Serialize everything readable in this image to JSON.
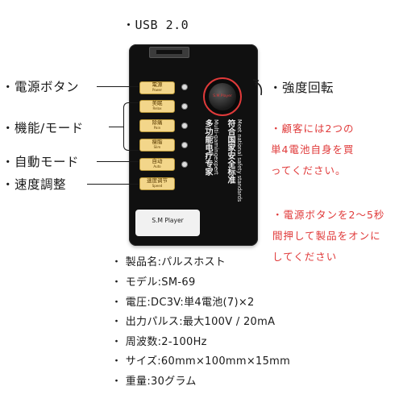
{
  "usb_label": "・USB 2.0",
  "left_labels": {
    "power": "・電源ボタン",
    "function_mode": "・機能/モード",
    "auto_mode": "・自動モード",
    "speed_adjust": "・速度調整"
  },
  "right_label": "・強度回転",
  "notes": {
    "battery": [
      "・顧客には2つの",
      "単4電池自身を買",
      "ってください。"
    ],
    "power_on": [
      "・電源ボタンを2〜5秒",
      "間押して製品をオンに",
      "してください"
    ]
  },
  "device": {
    "buttons": [
      {
        "label": "電源",
        "sub": "Power"
      },
      {
        "label": "美眠",
        "sub": "Relax"
      },
      {
        "label": "除痛",
        "sub": "Pain"
      },
      {
        "label": "瘦脂",
        "sub": "Slim"
      },
      {
        "label": "自动",
        "sub": "Auto"
      },
      {
        "label": "速度调节",
        "sub": "Speed"
      }
    ],
    "knob_text": "S.M.Player",
    "vertical_text_1": "多功能电疗专家",
    "vertical_text_2": "Multi-gamingexpert",
    "vertical_text_3": "符合国家安全标准",
    "vertical_text_4": "Meet national safety standards",
    "brand": "S.M Player"
  },
  "specs": [
    "・ 製品名:パルスホスト",
    "・ モデル:SM-69",
    "・ 電圧:DC3V:単4電池(7)×2",
    "・ 出力パルス:最大100V / 20mA",
    "・ 周波数:2-100Hz",
    "・ サイズ:60mm×100mm×15mm",
    "・ 重量:30グラム"
  ],
  "colors": {
    "accent_red": "#e03a3a",
    "button_gold": "#f3d68a",
    "device_body": "#101010"
  }
}
